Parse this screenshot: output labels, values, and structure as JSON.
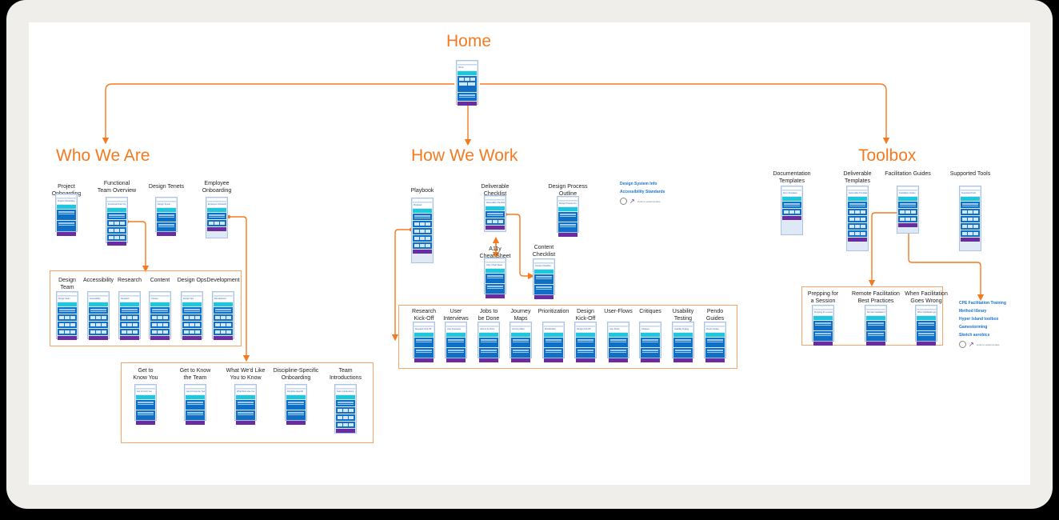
{
  "colors": {
    "accent": "#f47a20",
    "link": "#1b73d0",
    "card_header": "#1ec7de",
    "card_block": "#0f6fc6",
    "card_footer": "#6a2ca0"
  },
  "home": {
    "title": "Home",
    "card_title": "Home"
  },
  "sections": {
    "who_we_are": {
      "title": "Who We Are",
      "pages": [
        {
          "label": "Project\nOnboarding",
          "card_title": "Project Onboarding"
        },
        {
          "label": "Functional\nTeam Overview",
          "card_title": "Functional Team Ov..."
        },
        {
          "label": "Design Tenets",
          "card_title": "Design Tenets"
        },
        {
          "label": "Employee\nOnboarding",
          "card_title": "Employee Onboarding"
        }
      ],
      "team_group": [
        {
          "label": "Design\nTeam",
          "card_title": "Design Team"
        },
        {
          "label": "Accessibility",
          "card_title": "Accessibility"
        },
        {
          "label": "Research",
          "card_title": "Research"
        },
        {
          "label": "Content",
          "card_title": "Content"
        },
        {
          "label": "Design Ops",
          "card_title": "Design Ops"
        },
        {
          "label": "Development",
          "card_title": "Development"
        }
      ],
      "onboarding_group": [
        {
          "label": "Get to\nKnow You",
          "card_title": "Get to Know You"
        },
        {
          "label": "Get to Know\nthe Team",
          "card_title": "Get to Know the Team"
        },
        {
          "label": "What We'd Like\nYou to Know",
          "card_title": "What We'd Like You to Know"
        },
        {
          "label": "Discipline-Specific\nOnboarding",
          "card_title": "Discipline-Specific"
        },
        {
          "label": "Team\nIntroductions",
          "card_title": "Team Introductions"
        }
      ]
    },
    "how_we_work": {
      "title": "How We Work",
      "pages": [
        {
          "label": "Playbook",
          "card_title": "Playbook"
        },
        {
          "label": "Deliverable\nChecklist",
          "card_title": "Deliverable Checklist"
        },
        {
          "label": "Design Process\nOutline",
          "card_title": "Design Process Ou..."
        },
        {
          "label": "A11y\nCheat Sheet",
          "card_title": "A11y Cheat Sheet"
        },
        {
          "label": "Content\nChecklist",
          "card_title": "Content Checklist"
        }
      ],
      "external_links": [
        "Design System Info",
        "Accessibility Standards"
      ],
      "legend": "Links to external sites",
      "playbook_group": [
        {
          "label": "Research\nKick-Off",
          "card_title": "Research Kick-Off"
        },
        {
          "label": "User\nInterviews",
          "card_title": "User Interviews"
        },
        {
          "label": "Jobs to\nbe Done",
          "card_title": "Jobs to be Done"
        },
        {
          "label": "Journey\nMaps",
          "card_title": "Journey Maps"
        },
        {
          "label": "Prioritization",
          "card_title": "Prioritization"
        },
        {
          "label": "Design\nKick-Off",
          "card_title": "Design Kick-Off"
        },
        {
          "label": "User-Flows",
          "card_title": "User Flows"
        },
        {
          "label": "Critiques",
          "card_title": "Critiques"
        },
        {
          "label": "Usability\nTesting",
          "card_title": "Usability Testing"
        },
        {
          "label": "Pendo\nGuides",
          "card_title": "Pendo Guides"
        }
      ]
    },
    "toolbox": {
      "title": "Toolbox",
      "pages": [
        {
          "label": "Documentation\nTemplates",
          "card_title": "Docs Templates"
        },
        {
          "label": "Deliverable\nTemplates",
          "card_title": "Deliverable Templates"
        },
        {
          "label": "Facilitation Guides",
          "card_title": "Facilitation Guides"
        },
        {
          "label": "Supported Tools",
          "card_title": "Supported Tools"
        }
      ],
      "facilitation_group": [
        {
          "label": "Prepping for\na Session",
          "card_title": "Prepping for a session"
        },
        {
          "label": "Remote Facilitation\nBest Practices",
          "card_title": "Remote Facilitation be..."
        },
        {
          "label": "When Facilitation\nGoes Wrong",
          "card_title": "When Facilitation goes"
        }
      ],
      "external_links": [
        "CPE Facilitation Training",
        "Method library",
        "Hyper Island toolbox",
        "Gamestorming",
        "Sketch aerobics"
      ],
      "legend": "Links to external sites"
    }
  }
}
